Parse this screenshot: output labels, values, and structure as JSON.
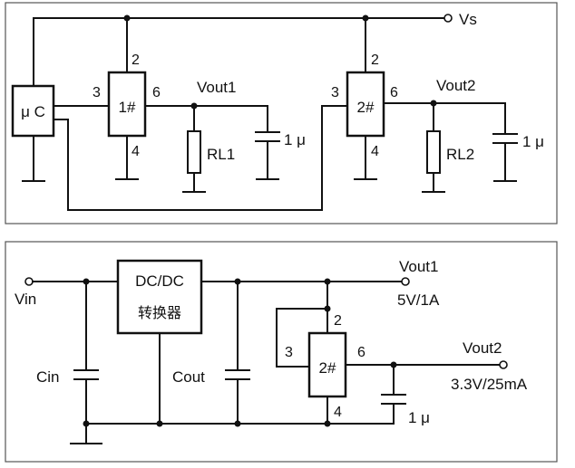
{
  "top_circuit": {
    "vs_label": "Vs",
    "uc_label": "μ C",
    "ic1": {
      "label": "1#",
      "pin_in": "3",
      "pin_top": "2",
      "pin_out": "6",
      "pin_gnd": "4"
    },
    "ic2": {
      "label": "2#",
      "pin_in": "3",
      "pin_top": "2",
      "pin_out": "6",
      "pin_gnd": "4"
    },
    "vout1_label": "Vout1",
    "vout2_label": "Vout2",
    "rl1_label": "RL1",
    "rl2_label": "RL2",
    "cap1_label": "1 μ",
    "cap2_label": "1 μ"
  },
  "bottom_circuit": {
    "vin_label": "Vin",
    "cin_label": "Cin",
    "cout_label": "Cout",
    "dcdc_line1": "DC/DC",
    "dcdc_line2": "转换器",
    "vout1_label": "Vout1",
    "vout1_spec": "5V/1A",
    "vout2_label": "Vout2",
    "vout2_spec": "3.3V/25mA",
    "ic": {
      "label": "2#",
      "pin_in": "3",
      "pin_top": "2",
      "pin_out": "6",
      "pin_gnd": "4"
    },
    "cap_label": "1 μ"
  }
}
